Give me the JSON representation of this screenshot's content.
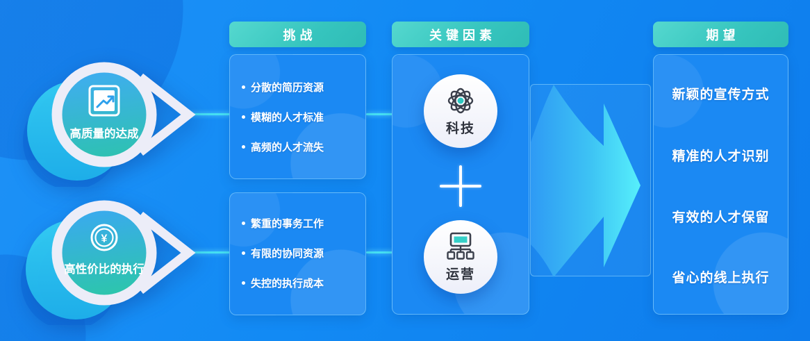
{
  "ui": {
    "bullet": "•",
    "plus_symbol": "+"
  },
  "badges": {
    "quality": {
      "label": "高质量的达成",
      "icon": "trend-chart-icon"
    },
    "cost": {
      "label": "高性价比的执行",
      "icon": "yuan-coin-icon"
    }
  },
  "challenges": {
    "header": "挑战",
    "group1": [
      "分散的简历资源",
      "模糊的人才标准",
      "高频的人才流失"
    ],
    "group2": [
      "繁重的事务工作",
      "有限的协同资源",
      "失控的执行成本"
    ]
  },
  "key_factors": {
    "header": "关键因素",
    "item1": {
      "label": "科技",
      "icon": "atom-icon"
    },
    "item2": {
      "label": "运营",
      "icon": "org-chart-icon"
    }
  },
  "expectations": {
    "header": "期望",
    "items": [
      "新颖的宣传方式",
      "精准的人才识别",
      "有效的人才保留",
      "省心的线上执行"
    ]
  },
  "colors": {
    "background_blue": "#1283F0",
    "panel_blue": "#1B89F3",
    "pill_teal": "#3CC9C2",
    "connector_cyan": "#45DFF2",
    "arrow_tip_cyan": "#59F4FC",
    "badge_ring": "#ECEDF8",
    "badge_gradient_bottom_teal": "#2EC1B3",
    "icon_dark": "#3B404C",
    "icon_teal": "#2EC7C0"
  }
}
